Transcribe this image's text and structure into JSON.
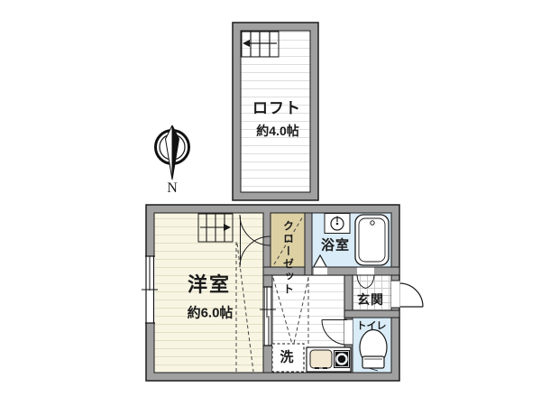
{
  "plan": {
    "type": "floor-plan",
    "rooms": {
      "loft": {
        "label": "ロフト",
        "size": "約4.0帖"
      },
      "western_room": {
        "label": "洋室",
        "size": "約6.0帖"
      },
      "closet": {
        "label": "クローゼット"
      },
      "bathroom": {
        "label": "浴室"
      },
      "entrance": {
        "label": "玄関"
      },
      "toilet": {
        "label": "トイレ"
      },
      "laundry": {
        "label": "洗"
      }
    },
    "compass": {
      "north_label": "N"
    },
    "colors": {
      "wall": "#a0a0a0",
      "room_floor": "#f8f5e3",
      "room_floor_line": "#e3dfc4",
      "closet_floor": "#ddd1a4",
      "wet_floor": "#d9ecf7",
      "wood_floor": "#ffffff",
      "wood_floor_line": "#dedede",
      "tile_line": "#cccccc",
      "outline": "#1a1a1a"
    }
  }
}
